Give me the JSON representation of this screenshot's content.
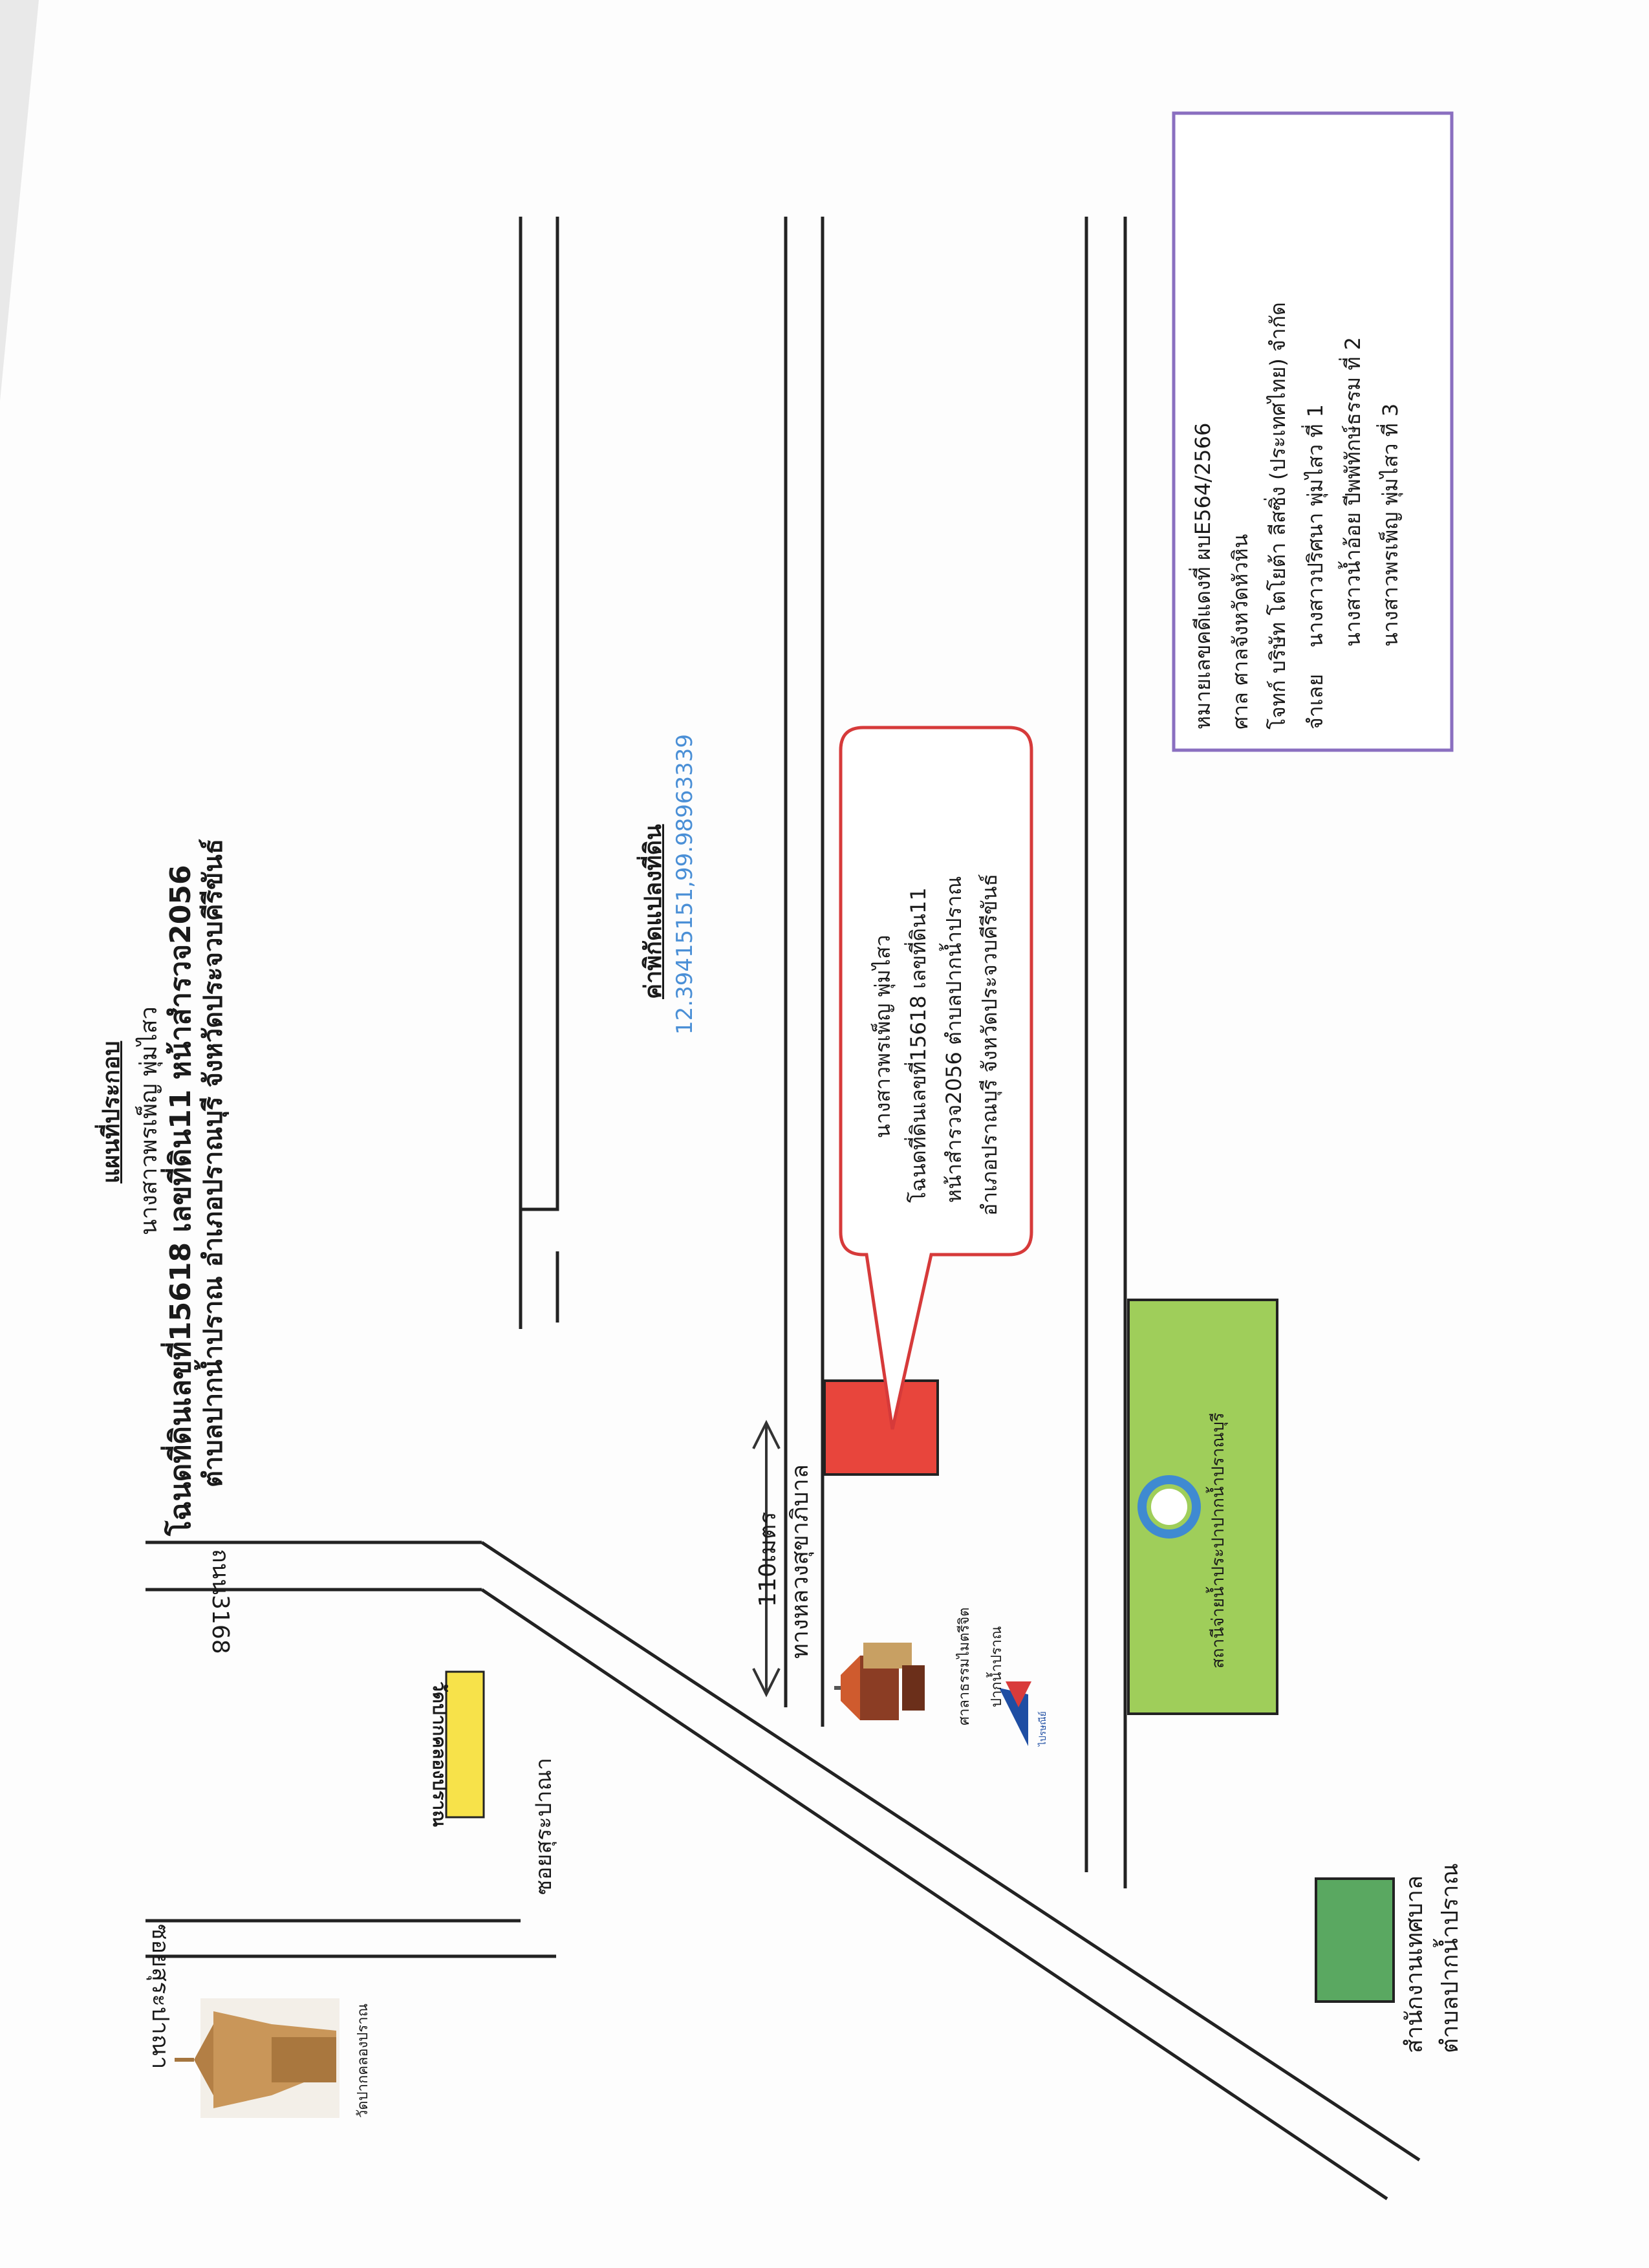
{
  "title": {
    "heading": "แผนที่ประกอบ",
    "line1": "นางสาวพรเพ็ญ พุ่มไสว",
    "line2": "โฉนดที่ดินเลขที่15618 เลขที่ดิน11 หน้าสำรวจ2056",
    "line3": "ตำบลปากน้ำปราณ อำเภอปราณบุรี จังหวัดประจวบคีรีขันธ์"
  },
  "coordinates": {
    "label": "ค่าพิกัดแปลงที่ดิน",
    "value": "12.39415151,99.98963339"
  },
  "case_box": {
    "line1": "หมายเลขคดีแดงที่ ผบE564/2566",
    "line2": "ศาล ศาลจังหวัดหัวหิน",
    "line3": "โจทก์ บริษัท โตโยต้า ลีสซิ่ง (ประเทศไทย) จำกัด",
    "line4": "จำเลย    นางสาวปริศนา พุ่มไสว ที่ 1",
    "line5": "นางสาวน้ำอ้อย ปีพพัทักษ์ธรรม ที่ 2",
    "line6": "นางสาวพรเพ็ญ พุ่มไสว ที่ 3"
  },
  "callout": {
    "line1": "นางสาวพรเพ็ญ พุ่มไสว",
    "line2": "โฉนดที่ดินเลขที่15618 เลขที่ดิน11",
    "line3": "หน้าสำรวจ2056 ตำบลปากน้ำปราณ",
    "line4": "อำเภอปราณบุรี จังหวัดประจวบคีรีขันธ์"
  },
  "roads": {
    "sukhumvit": "ทางหลวงสุขาภิบาล",
    "road3168": "ถนน3168",
    "soi_sapanna_upper": "ซอยสุระปาณา",
    "soi_sapanna_lower": "ซอยสุระปาณา",
    "distance": "110เมตร"
  },
  "landmarks": {
    "temple_name": "วัดปากคลองปราณ",
    "shrine_label": "ศาลาธรรมไมตรีจิต",
    "shrine_sub": "ปากน้ำปราณ",
    "yellow_sign": "วัดปากคลองปราณ",
    "waterworks": "สถานีจ่ายน้ำประปาปากน้ำปราณบุรี",
    "municipal_line1": "สำนักงานเทศบาล",
    "municipal_line2": "ตำบลปากน้ำปราณ",
    "small_logo": "ไปรษณีย์"
  },
  "colors": {
    "plot": "#e8453c",
    "callout_border": "#d63a3a",
    "waterworks_fill": "#9fce5a",
    "municipal_fill": "#5aa861",
    "yellow_sign": "#f7e24a",
    "case_border": "#8a6fc0",
    "coord_text": "#4a8fd6",
    "water_ring": "#3f8ad1"
  }
}
